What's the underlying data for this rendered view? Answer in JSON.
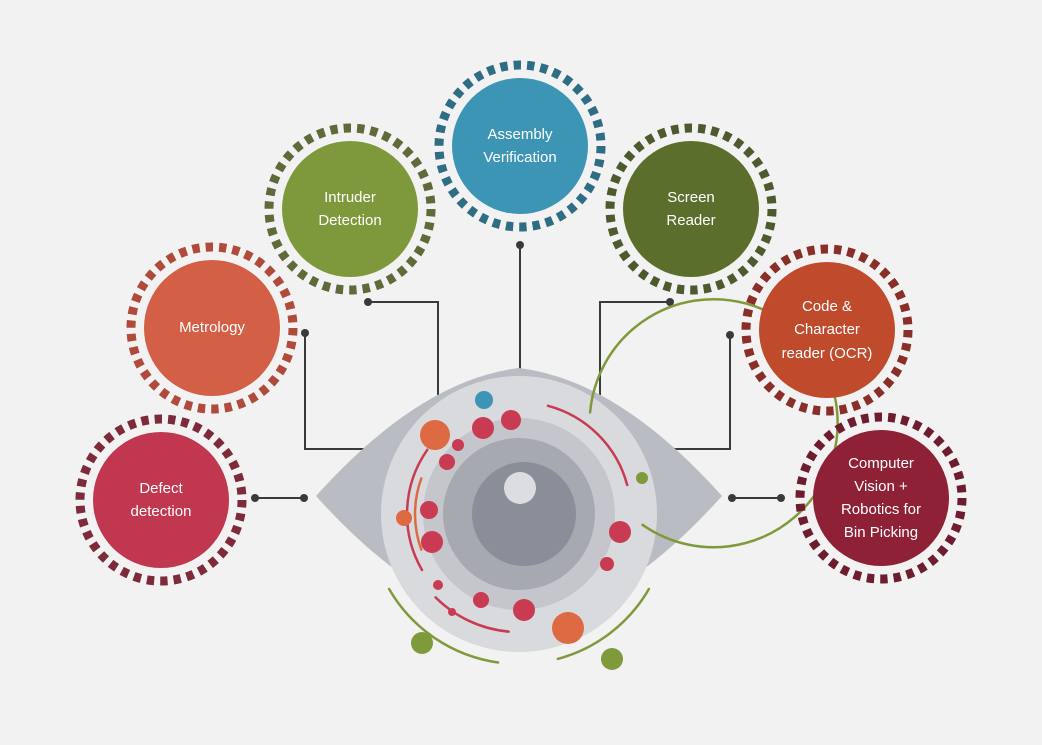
{
  "nodes": [
    {
      "id": "defect",
      "name": "node-defect-detection",
      "lines": [
        "Defect",
        "detection"
      ],
      "color": "#c0374f",
      "ring_color": "#7d2b3a"
    },
    {
      "id": "metrology",
      "name": "node-metrology",
      "lines": [
        "Metrology"
      ],
      "color": "#d35f46",
      "ring_color": "#b04a3a"
    },
    {
      "id": "intruder",
      "name": "node-intruder-detection",
      "lines": [
        "Intruder",
        "Detection"
      ],
      "color": "#7e983c",
      "ring_color": "#5e6a3a"
    },
    {
      "id": "assembly",
      "name": "node-assembly-verification",
      "lines": [
        "Assembly",
        "Verification"
      ],
      "color": "#3d95b5",
      "ring_color": "#2f6d84"
    },
    {
      "id": "screen",
      "name": "node-screen-reader",
      "lines": [
        "Screen",
        "Reader"
      ],
      "color": "#5b6e2b",
      "ring_color": "#4d5a2e"
    },
    {
      "id": "ocr",
      "name": "node-code-character-reader",
      "lines": [
        "Code &",
        "Character",
        "reader (OCR)"
      ],
      "color": "#bf4a2c",
      "ring_color": "#8a2f28"
    },
    {
      "id": "robotics",
      "name": "node-computer-vision-robotics",
      "lines": [
        "Computer",
        "Vision +",
        "Robotics for",
        "Bin Picking"
      ],
      "color": "#8e2136",
      "ring_color": "#6e1d2e"
    }
  ],
  "eye": {
    "sclera_color": "#b9bcc3",
    "iris_outer_color": "#d9dadd",
    "iris_ring_color": "#c4c6cb",
    "iris_inner_color": "#a6a9b0",
    "pupil_color": "#8a8e98",
    "highlight_color": "#dcdde0"
  },
  "palette": {
    "red": "#c83b52",
    "orange": "#dd6a42",
    "green": "#7f9a3a",
    "blue": "#3d95b5",
    "connector": "#3a3a3a"
  }
}
